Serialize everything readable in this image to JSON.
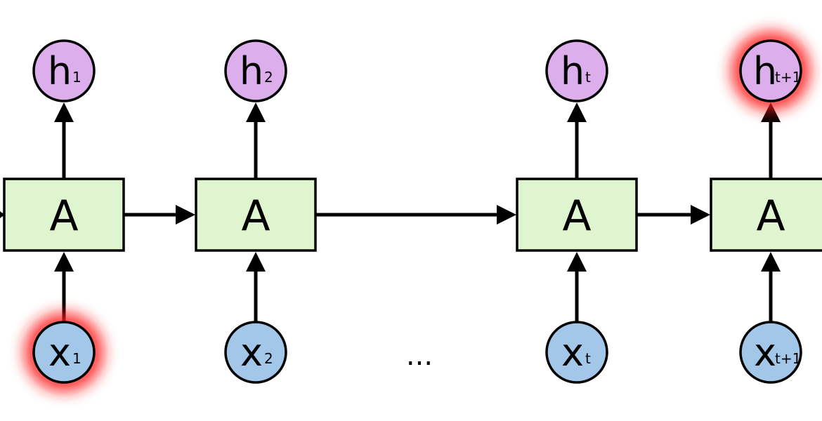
{
  "colors": {
    "cell_fill": "#dff5d0",
    "output_fill": "#dcaeeb",
    "input_fill": "#a3c7e8",
    "stroke": "#000000",
    "glow": "#ff1a1a"
  },
  "cells": [
    {
      "label": "A"
    },
    {
      "label": "A"
    },
    {
      "label": "A"
    },
    {
      "label": "A"
    }
  ],
  "outputs": [
    {
      "main": "h",
      "sub": "1",
      "highlighted": false
    },
    {
      "main": "h",
      "sub": "2",
      "highlighted": false
    },
    {
      "main": "h",
      "sub": "t",
      "highlighted": false
    },
    {
      "main": "h",
      "sub": "t+1",
      "highlighted": true
    }
  ],
  "inputs": [
    {
      "main": "x",
      "sub": "1",
      "highlighted": true
    },
    {
      "main": "x",
      "sub": "2",
      "highlighted": false
    },
    {
      "main": "x",
      "sub": "t",
      "highlighted": false
    },
    {
      "main": "x",
      "sub": "t+1",
      "highlighted": false
    }
  ],
  "ellipsis": "..."
}
